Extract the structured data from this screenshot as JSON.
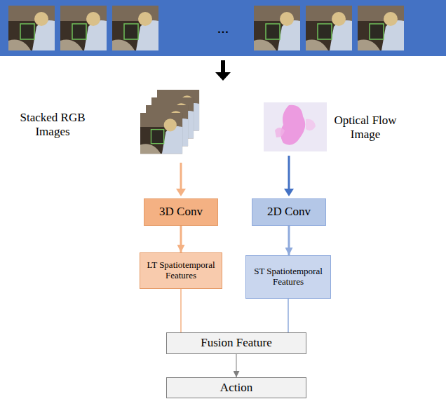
{
  "diagram": {
    "nodes": [
      {
        "text": [
          "..."
        ]
      },
      {
        "text": [
          "3D Conv"
        ]
      },
      {
        "text": [
          "2D Conv"
        ]
      },
      {
        "text": [
          "LT Spatiotemporal Features"
        ]
      },
      {
        "text": [
          "ST Spatiotemporal Features"
        ]
      },
      {
        "text": [
          "Fusion Feature"
        ]
      },
      {
        "text": [
          "Action"
        ]
      }
    ],
    "edges": [
      {
        "from": 1,
        "to": 3,
        "arrow": "to"
      },
      {
        "from": 2,
        "to": 4,
        "arrow": "to"
      },
      {
        "from": 3,
        "to": 5,
        "arrow": "to"
      },
      {
        "from": 4,
        "to": 5,
        "arrow": "to"
      },
      {
        "from": 5,
        "to": 6,
        "arrow": "to"
      }
    ],
    "labels": [
      "Stacked RGB Images",
      "Optical Flow Image"
    ]
  }
}
